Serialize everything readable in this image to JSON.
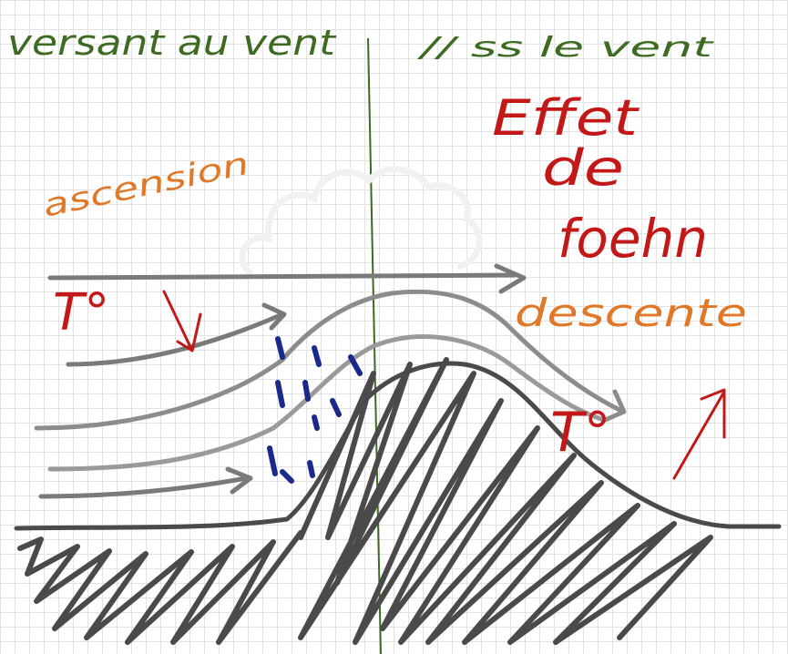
{
  "labels": {
    "left_title": "versant au vent",
    "right_title": "// ss le vent",
    "ascension": "ascension",
    "temp_left": "T°",
    "effet_line1": "Effet",
    "effet_line2": "de",
    "effet_line3": "foehn",
    "descente": "descente",
    "temp_right": "T°"
  },
  "colors": {
    "green_ink": "#3d6b22",
    "orange_ink": "#e07828",
    "red_ink": "#c41818",
    "navy_ink": "#1a2a8c",
    "dark_gray": "#4a4a4a",
    "mid_gray": "#7a7a7a",
    "light_gray": "#999999",
    "cloud_white": "#f4f4f4"
  },
  "icons": {
    "temp_left_arrow": "arrow-down-icon",
    "temp_right_arrow": "arrow-up-icon"
  }
}
